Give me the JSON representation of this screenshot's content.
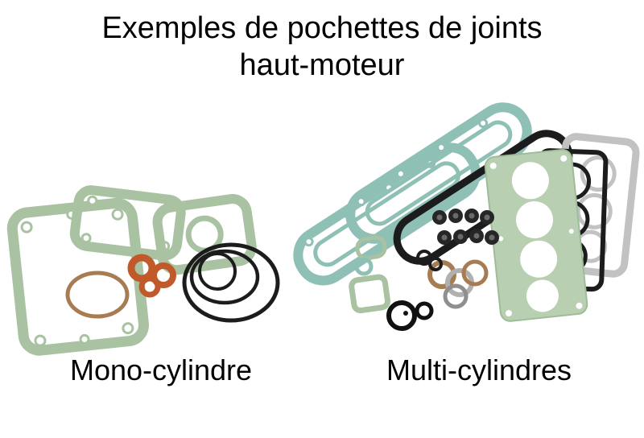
{
  "title": {
    "line1": "Exemples de pochettes de joints",
    "line2": "haut-moteur"
  },
  "captions": {
    "mono": "Mono-cylindre",
    "multi": "Multi-cylindres"
  },
  "figures": {
    "mono_label": "mono-cylinder-gasket-set-photo",
    "multi_label": "multi-cylinder-gasket-set-photo"
  },
  "colors": {
    "background": "#ffffff",
    "text": "#000000",
    "gasket_green": "#a9c2a2",
    "gasket_green_fill": "#b8cfb2",
    "gasket_teal": "#8fc0b5",
    "gasket_black": "#1c1c1c",
    "gasket_grey": "#c2c2c2",
    "washer_orange": "#c05a2a",
    "ring_copper": "#a87c52",
    "ring_steel": "#b0b0b0"
  }
}
